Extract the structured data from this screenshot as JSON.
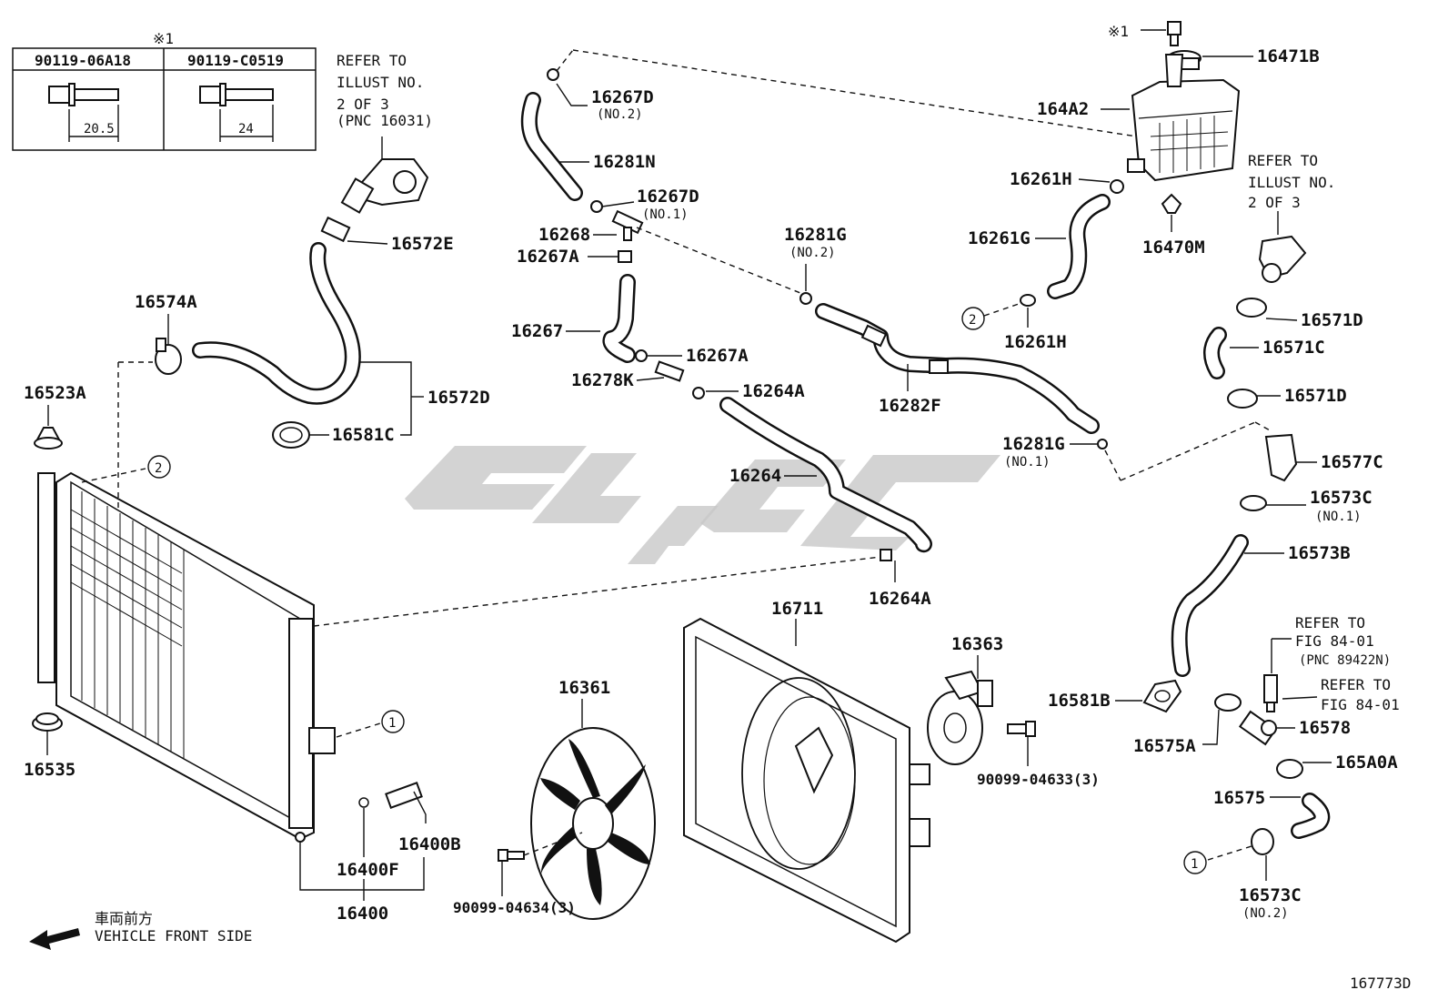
{
  "callout_table": {
    "note_mark": "※1",
    "col1": "90119-06A18",
    "col2": "90119-C0519",
    "dim1": "20.5",
    "dim2": "24"
  },
  "notes": {
    "refer_pnc16031": [
      "REFER TO",
      "ILLUST NO.",
      "2 OF 3",
      "(PNC 16031)"
    ],
    "refer_2of3": [
      "REFER TO",
      "ILLUST NO.",
      "2 OF 3"
    ],
    "refer_fig1": [
      "REFER TO",
      "FIG 84-01",
      "(PNC 89422N)"
    ],
    "refer_fig2": [
      "REFER TO",
      "FIG 84-01"
    ],
    "front_jp": "車両前方",
    "front_en": "VEHICLE FRONT SIDE",
    "figure_id": "167773D",
    "bolt_mark": "※1"
  },
  "circles": {
    "one": "1",
    "two": "2"
  },
  "labels": {
    "p16267D_2": "16267D",
    "p16267D_2_sub": "(NO.2)",
    "p16281N": "16281N",
    "p16267D_1": "16267D",
    "p16267D_1_sub": "(NO.1)",
    "p16268": "16268",
    "p16267A_a": "16267A",
    "p16267": "16267",
    "p16267A_b": "16267A",
    "p16278K": "16278K",
    "p16264A_a": "16264A",
    "p16264": "16264",
    "p16264A_b": "16264A",
    "p16572E": "16572E",
    "p16574A": "16574A",
    "p16572D": "16572D",
    "p16581C": "16581C",
    "p16523A": "16523A",
    "p16535": "16535",
    "p16400B": "16400B",
    "p16400F": "16400F",
    "p16400": "16400",
    "p90099_04634": "90099-04634(3)",
    "p16361": "16361",
    "p16711": "16711",
    "p16363": "16363",
    "p90099_04633": "90099-04633(3)",
    "p16281G_2": "16281G",
    "p16281G_2_sub": "(NO.2)",
    "p16282F": "16282F",
    "p16281G_1": "16281G",
    "p16281G_1_sub": "(NO.1)",
    "p16471B": "16471B",
    "p164A2": "164A2",
    "p16261H_a": "16261H",
    "p16261G": "16261G",
    "p16470M": "16470M",
    "p16261H_b": "16261H",
    "p16571D_a": "16571D",
    "p16571C": "16571C",
    "p16571D_b": "16571D",
    "p16577C": "16577C",
    "p16573C_1": "16573C",
    "p16573C_1_sub": "(NO.1)",
    "p16573B": "16573B",
    "p16581B": "16581B",
    "p16575A": "16575A",
    "p16578": "16578",
    "p165A0A": "165A0A",
    "p16575": "16575",
    "p16573C_2": "16573C",
    "p16573C_2_sub": "(NO.2)"
  }
}
